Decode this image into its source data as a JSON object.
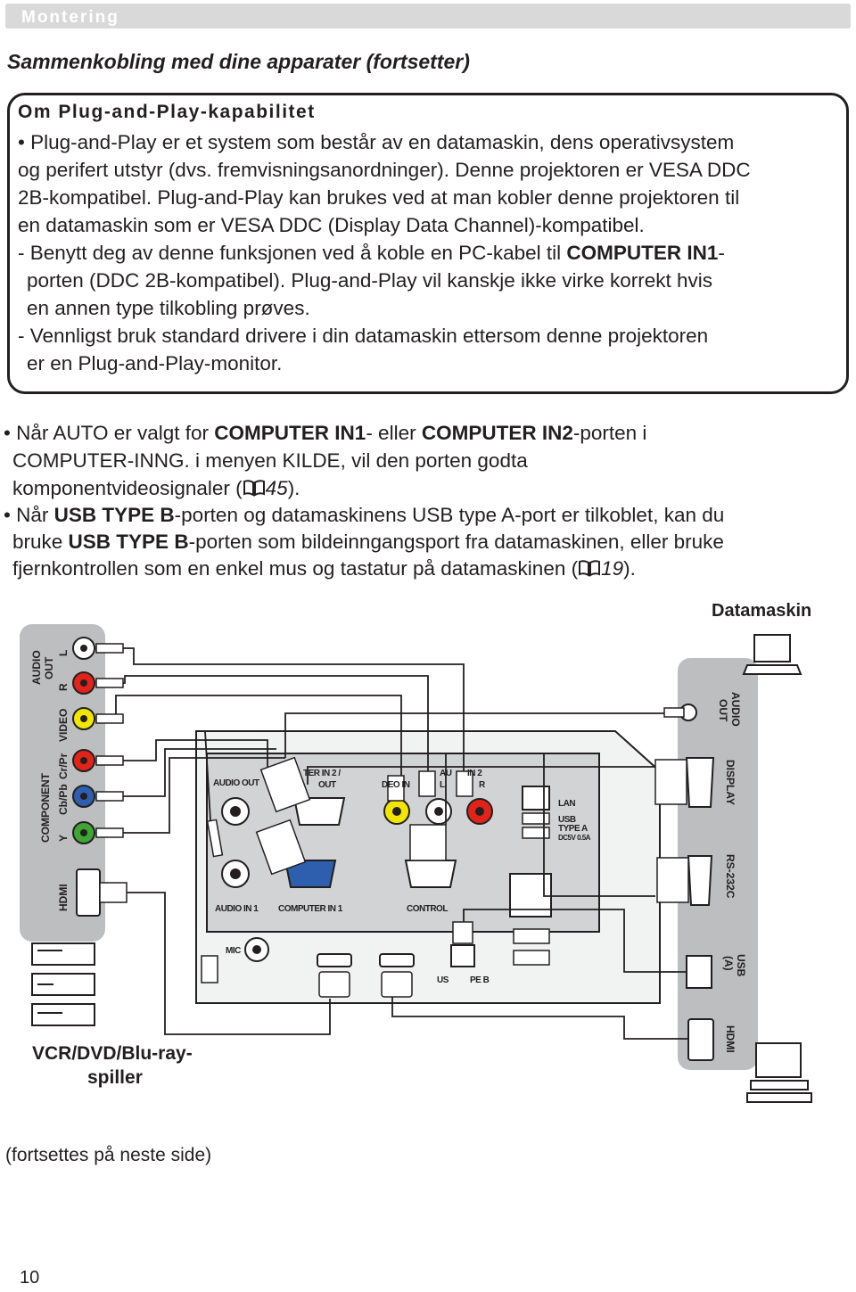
{
  "header": {
    "section": "Montering"
  },
  "page_title": "Sammenkobling med dine apparater (fortsetter)",
  "pnp_box": {
    "title": "Om Plug-and-Play-kapabilitet",
    "lines": [
      "• Plug-and-Play er et system som består av en datamaskin, dens operativsystem",
      "og perifert utstyr (dvs. fremvisningsanordninger). Denne projektoren er VESA DDC",
      "2B-kompatibel. Plug-and-Play kan brukes ved at man kobler denne projektoren til",
      "en datamaskin som er VESA DDC (Display Data Channel)-kompatibel.",
      "- Benytt deg av denne funksjonen ved å koble en PC-kabel til ",
      "COMPUTER IN1",
      "-",
      "porten (DDC 2B-kompatibel). Plug-and-Play vil kanskje ikke virke korrekt hvis",
      "en annen type tilkobling prøves.",
      "- Vennligst bruk standard drivere i din datamaskin ettersom denne projektoren",
      "er en Plug-and-Play-monitor."
    ]
  },
  "notes": {
    "auto": [
      "• Når AUTO er valgt for ",
      "COMPUTER IN1",
      "- eller ",
      "COMPUTER IN2",
      "-porten i",
      "COMPUTER-INNG. i menyen KILDE, vil den porten godta",
      "komponentvideosignaler (",
      "45",
      ")."
    ],
    "usb": [
      "• Når ",
      "USB TYPE B",
      "-porten og datamaskinens USB type A-port er tilkoblet, kan du",
      "bruke ",
      "USB TYPE B",
      "-porten som bildeinngangsport fra datamaskinen, eller bruke",
      "fjernkontrollen som en enkel mus og tastatur på datamaskinen (",
      "19",
      ")."
    ]
  },
  "diagram": {
    "computer_label": "Datamaskin",
    "player_label": [
      "VCR/DVD/Blu-ray-",
      "spiller"
    ],
    "left_ports": {
      "audio_out": [
        "AUDIO",
        "OUT"
      ],
      "l": "L",
      "r": "R",
      "video": "VIDEO",
      "component": "COMPONENT",
      "y": "Y",
      "cbpb": "Cb/Pb",
      "crpr": "Cr/Pr",
      "hdmi": "HDMI"
    },
    "right_ports": {
      "audio_out": [
        "AUDIO",
        "OUT"
      ],
      "display": "DISPLAY",
      "rs232c": "RS-232C",
      "usb": [
        "USB",
        "(A)"
      ],
      "hdmi": "HDMI"
    },
    "panel": {
      "audio_out": "AUDIO OUT",
      "computer_in2": "TER IN 2 /",
      "monitor_out": "OUT",
      "video_in": "DEO IN",
      "audio_in2": [
        "AU",
        "IN 2"
      ],
      "audio_in2_lr": [
        "L",
        "R"
      ],
      "lan": "LAN",
      "usb_type_a": [
        "USB",
        "TYPE A",
        "DC5V 0.5A"
      ],
      "audio_in1": "AUDIO IN 1",
      "computer_in1": "COMPUTER IN 1",
      "control": "CONTROL",
      "mic": "MIC",
      "usb_type_b": [
        "US",
        "PE B"
      ]
    },
    "colors": {
      "yellow": "#f2e600",
      "red": "#e2231a",
      "blue": "#2e5fae",
      "green": "#3fa535",
      "gray_band": "#bcbec0",
      "panel_gray": "#d1d3d4"
    }
  },
  "footer": {
    "continues": "(fortsettes på neste side)",
    "page_number": "10"
  }
}
